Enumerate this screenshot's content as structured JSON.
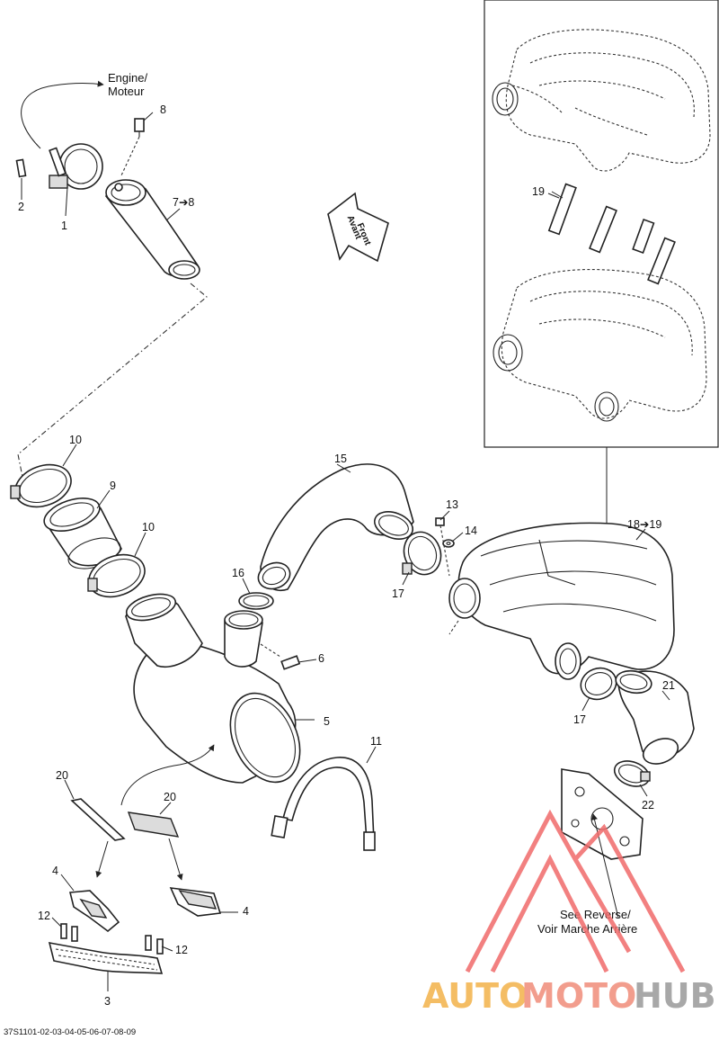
{
  "notes": {
    "engine": [
      "Engine/",
      "Moteur"
    ],
    "front": [
      "Front",
      "Avant"
    ],
    "see_reverse": [
      "See Reverse/",
      "Voir Marche Arrière"
    ]
  },
  "callouts": [
    "1",
    "2",
    "7➔8",
    "8",
    "10",
    "9",
    "10",
    "15",
    "13",
    "14",
    "16",
    "17",
    "6",
    "5",
    "18➔19",
    "19",
    "21",
    "17",
    "22",
    "11",
    "20",
    "20",
    "4",
    "4",
    "12",
    "12",
    "3"
  ],
  "drawing_number": "37S1101-02-03-04-05-06-07-08-09",
  "watermark": {
    "brand_a": "AUTO",
    "brand_b": "MOTO",
    "brand_c": "HUB",
    "color_a": "#f3b24a",
    "color_b": "#f08c7a",
    "color_c": "#9a9a9a",
    "triangle_color": "#f06a6a"
  }
}
